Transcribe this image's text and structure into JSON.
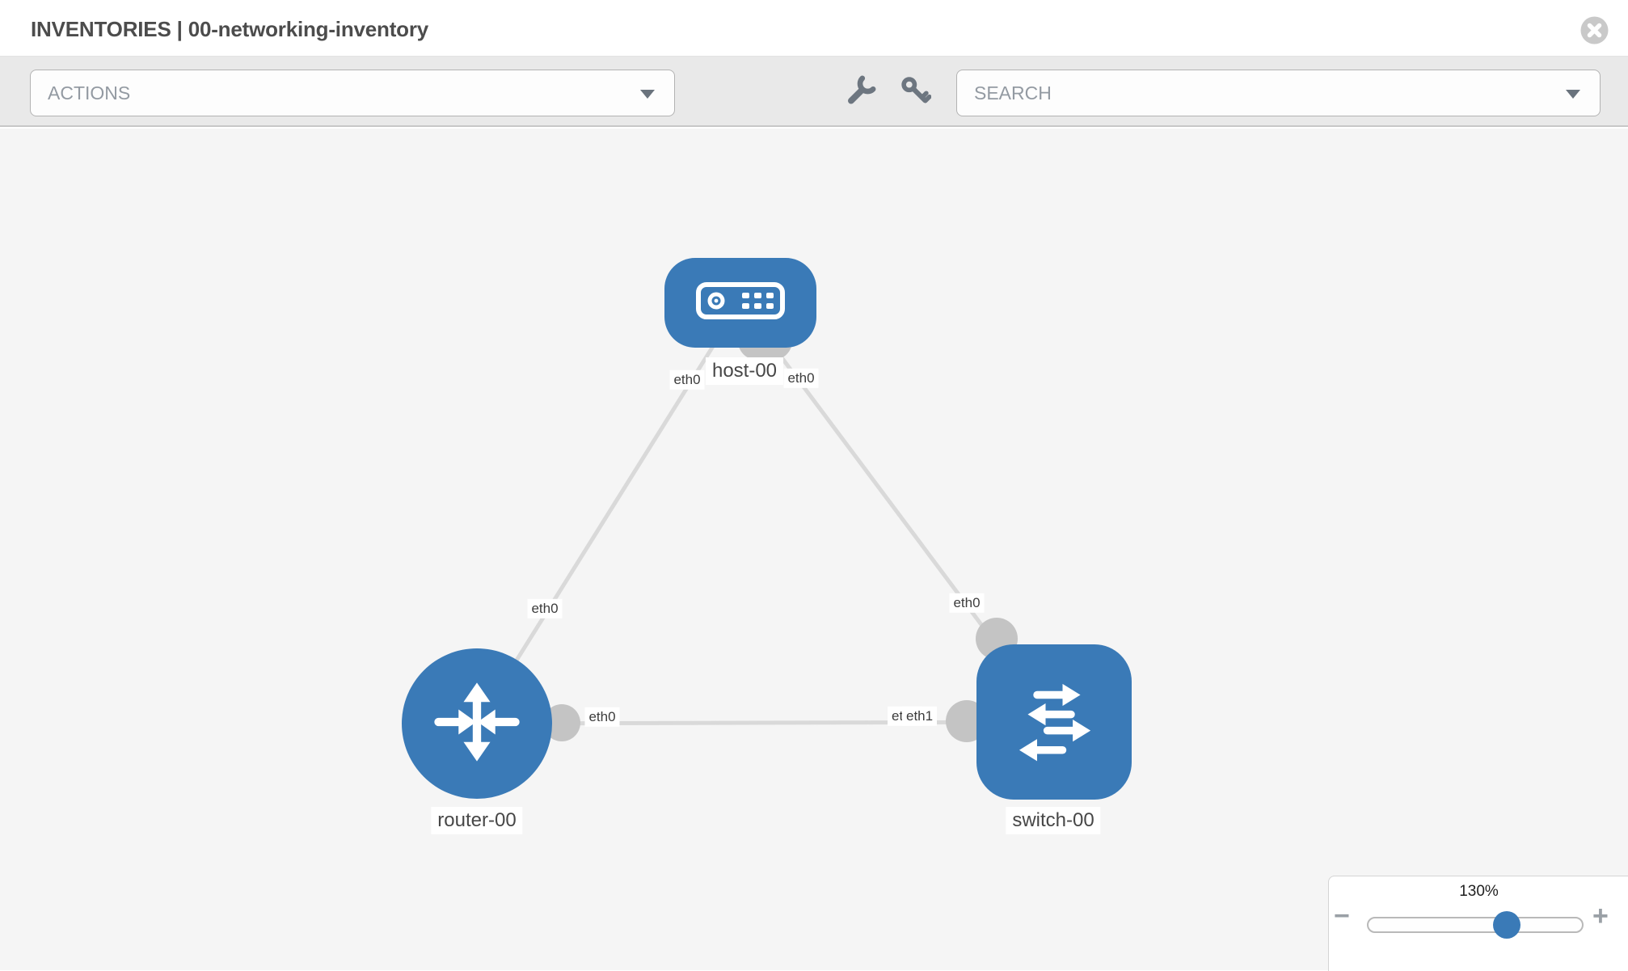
{
  "header": {
    "title": "INVENTORIES | 00-networking-inventory"
  },
  "toolbar": {
    "actions_label": "ACTIONS",
    "search_placeholder": "SEARCH",
    "tool_icons": [
      "wrench-icon",
      "key-icon"
    ]
  },
  "icons": {
    "close": "x-circle-icon",
    "dropdown_caret": "chevron-down-icon"
  },
  "colors": {
    "node_fill": "#3a7ab7",
    "link": "#d9d9d9",
    "port": "#c4c4c4",
    "toolbar_bg": "#e9e9e9",
    "canvas_bg": "#f5f5f5",
    "close_circle": "#c9c9c9",
    "slider_knob": "#3a7ab7"
  },
  "diagram": {
    "nodes": [
      {
        "id": "host-00",
        "type": "host",
        "label": "host-00"
      },
      {
        "id": "router-00",
        "type": "router",
        "label": "router-00"
      },
      {
        "id": "switch-00",
        "type": "switch",
        "label": "switch-00"
      }
    ],
    "links": [
      {
        "from": "host-00",
        "to": "router-00"
      },
      {
        "from": "host-00",
        "to": "switch-00"
      },
      {
        "from": "router-00",
        "to": "switch-00"
      }
    ],
    "interface_labels": {
      "host_router_at_host": "eth0",
      "host_router_mid": "eth0",
      "host_switch_at_host": "eth0",
      "host_switch_at_switch": "eth0",
      "router_switch_at_router": "eth0",
      "router_switch_at_switch_back": "eth0",
      "router_switch_at_switch_front": "eth1"
    }
  },
  "zoom_control": {
    "value": "130%",
    "minus_label": "−",
    "plus_label": "+"
  }
}
